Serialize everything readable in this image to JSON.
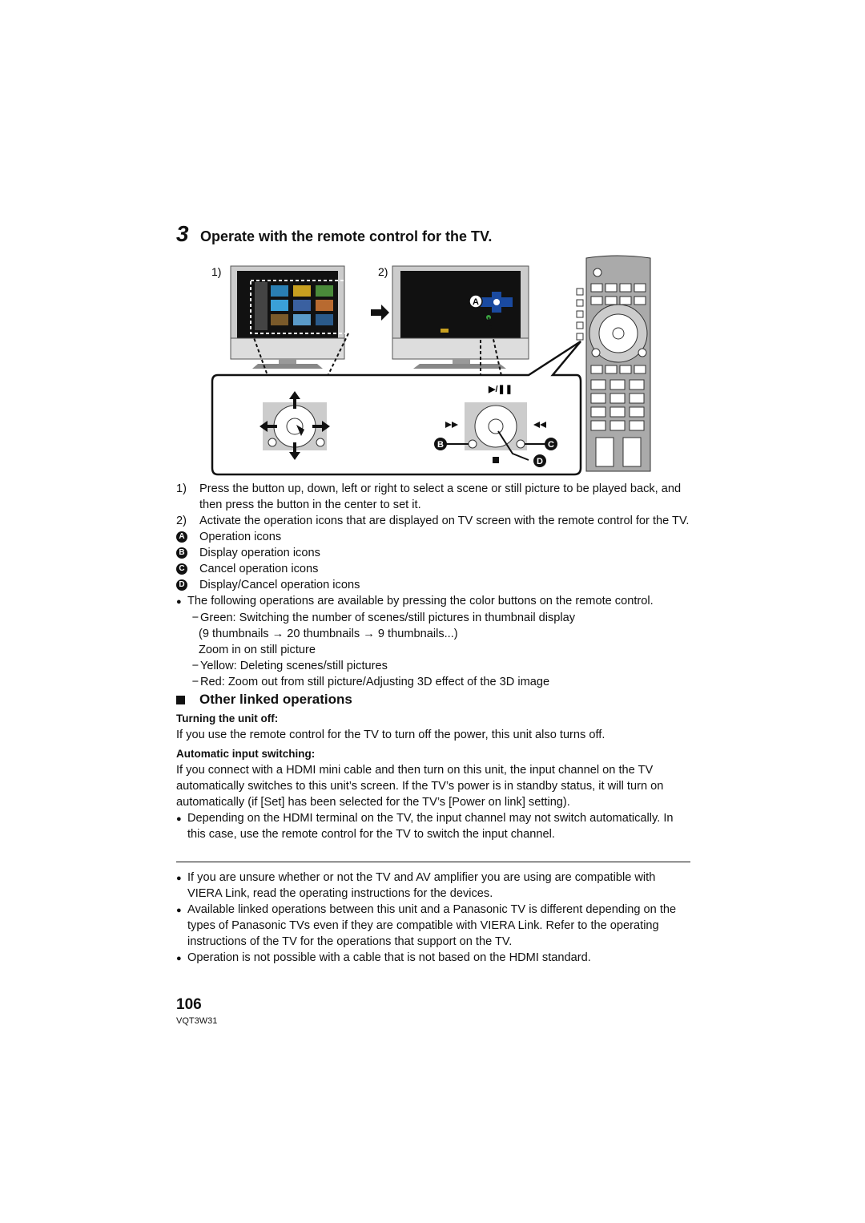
{
  "step": {
    "number": "3",
    "title": "Operate with the remote control for the TV."
  },
  "figure": {
    "label1": "1)",
    "label2": "2)",
    "callouts": [
      "A",
      "B",
      "C",
      "D"
    ],
    "play_pause_symbol": "▶/❚❚"
  },
  "steps_list": [
    {
      "num": "1)",
      "text": "Press the button up, down, left or right to select a scene or still picture to be played back, and then press the button in the center to set it."
    },
    {
      "num": "2)",
      "text": "Activate the operation icons that are displayed on TV screen with the remote control for the TV."
    }
  ],
  "legend": [
    {
      "key": "A",
      "text": "Operation icons"
    },
    {
      "key": "B",
      "text": "Display operation icons"
    },
    {
      "key": "C",
      "text": "Cancel operation icons"
    },
    {
      "key": "D",
      "text": "Display/Cancel operation icons"
    }
  ],
  "color_note": "The following operations are available by pressing the color buttons on the remote control.",
  "color_items": {
    "green_1": "Green: Switching the number of scenes/still pictures in thumbnail display",
    "green_2": "(9 thumbnails → 20 thumbnails → 9 thumbnails...)",
    "green_3": "Zoom in on still picture",
    "yellow": "Yellow: Deleting scenes/still pictures",
    "red": "Red: Zoom out from still picture/Adjusting 3D effect of the 3D image"
  },
  "section_title": "Other linked operations",
  "turning_off": {
    "heading": "Turning the unit off:",
    "text": "If you use the remote control for the TV to turn off the power, this unit also turns off."
  },
  "auto_input": {
    "heading": "Automatic input switching:",
    "text": "If you connect with a HDMI mini cable and then turn on this unit, the input channel on the TV automatically switches to this unit’s screen. If the TV’s power is in standby status, it will turn on automatically (if [Set] has been selected for the TV’s [Power on link] setting).",
    "bullet": "Depending on the HDMI terminal on the TV, the input channel may not switch automatically. In this case, use the remote control for the TV to switch the input channel."
  },
  "notes": [
    "If you are unsure whether or not the TV and AV amplifier you are using are compatible with VIERA Link, read the operating instructions for the devices.",
    "Available linked operations between this unit and a Panasonic TV is different depending on the types of Panasonic TVs even if they are compatible with VIERA Link. Refer to the operating instructions of the TV for the operations that support on the TV.",
    "Operation is not possible with a cable that is not based on the HDMI standard."
  ],
  "page_number": "106",
  "doc_code": "VQT3W31",
  "symbols": {
    "bullet": "●",
    "dash": "−"
  }
}
